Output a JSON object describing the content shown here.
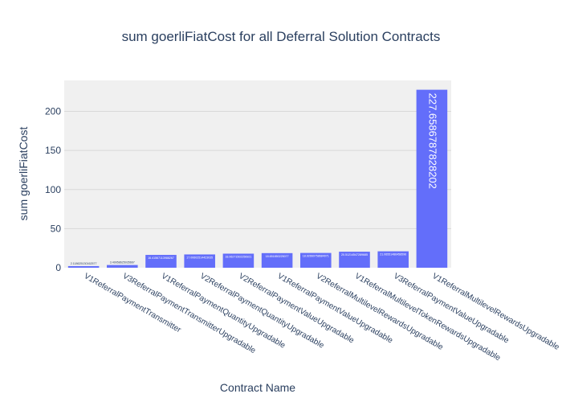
{
  "chart_data": {
    "type": "bar",
    "title": "sum goerliFiatCost for all Deferral Solution Contracts",
    "xlabel": "Contract Name",
    "ylabel": "sum goerliFiatCost",
    "ylim": [
      0,
      239.6
    ],
    "yticks": [
      0,
      50,
      100,
      150,
      200
    ],
    "grid": true,
    "categories": [
      "V1ReferralPaymentTransmitter",
      "V3ReferralPaymentTransmitterUpgradable",
      "V1ReferralPaymentQuantityUpgradable",
      "V2ReferralPaymentQuantityUpgradable",
      "V2ReferralPaymentValueUpgradable",
      "V1ReferralPaymentValueUpgradable",
      "V2ReferralMultilevelRewardsUpgradable",
      "V1ReferralMultilevelTokenRewardsUpgradable",
      "V3ReferralPaymentValueUpgradable",
      "V1ReferralMultilevelRewardsUpgradable"
    ],
    "values": [
      2.11,
      3.49,
      16.4,
      17.0,
      18.0,
      18.7,
      18.9,
      20.5,
      21.0,
      227.6586787828202
    ],
    "value_labels": [
      "2.118625130162577",
      "3.49958625035667",
      "16.41567113988267",
      "17.00602514423035",
      "18.06271502256921",
      "18.651850225077",
      "18.92660758684071",
      "20.51214547289685",
      "21.06551486458596",
      "227.6586787828202"
    ],
    "bar_color": "#636efa",
    "plot_bg": "#e5ecf6"
  }
}
